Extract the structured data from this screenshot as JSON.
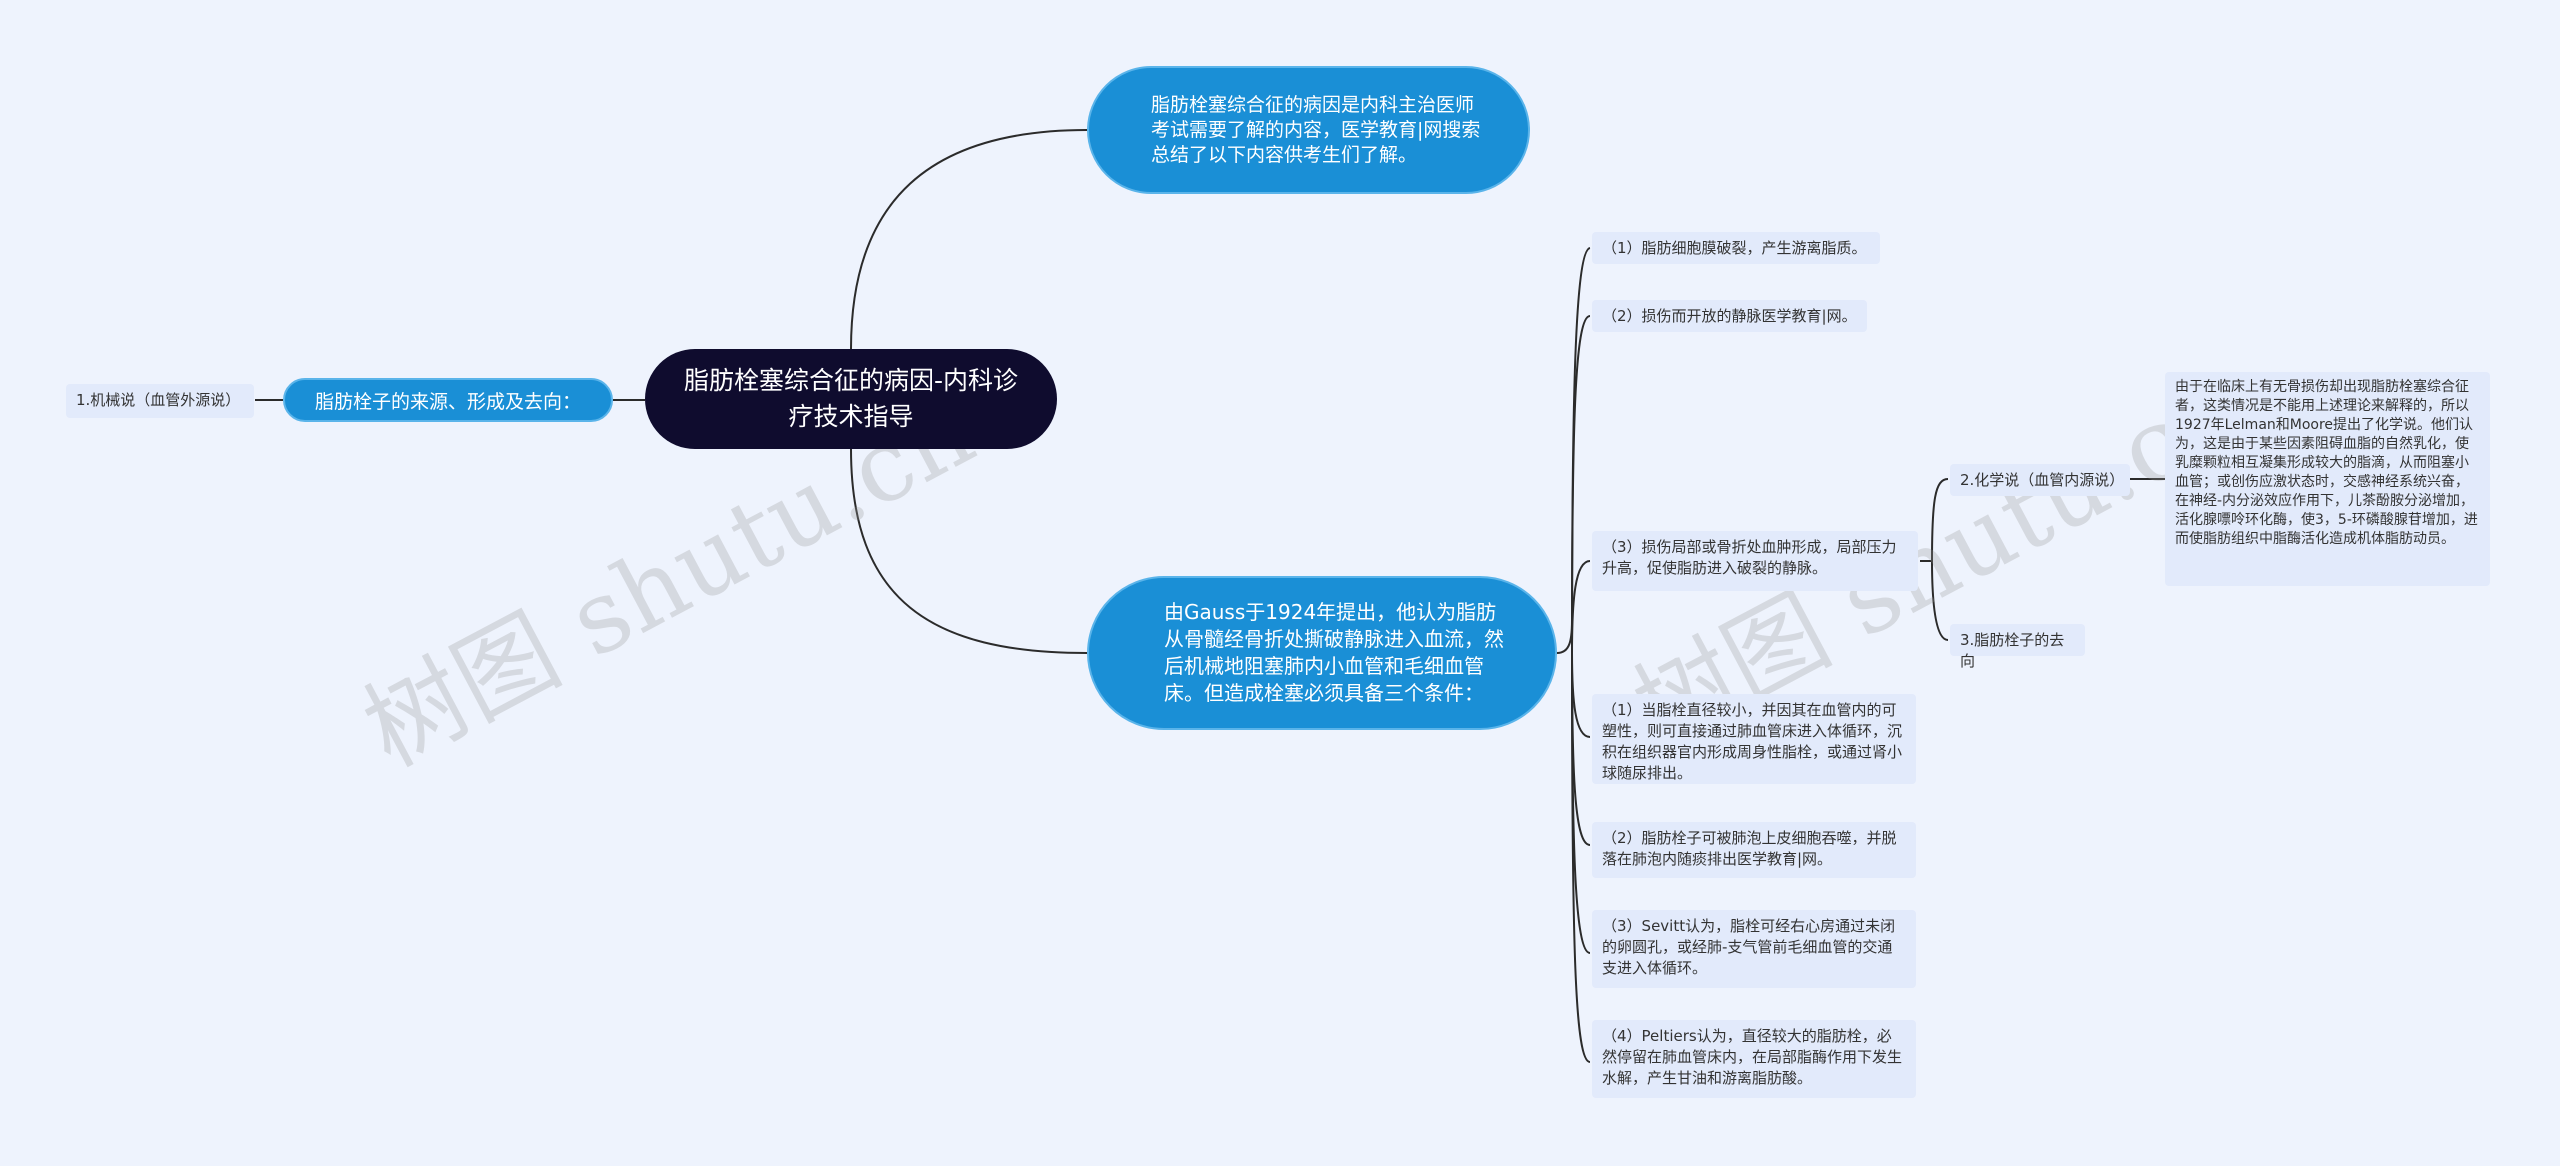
{
  "root": {
    "title": "脂肪栓塞综合征的病因-内科诊疗技术指导"
  },
  "intro": {
    "text": "脂肪栓塞综合征的病因是内科主治医师考试需要了解的内容，医学教育|网搜索总结了以下内容供考生们了解。"
  },
  "left_branch": {
    "label": "脂肪栓子的来源、形成及去向：",
    "child": "1.机械说（血管外源说）"
  },
  "gauss": {
    "text": "由Gauss于1924年提出，他认为脂肪从骨髓经骨折处撕破静脉进入血流，然后机械地阻塞肺内小血管和毛细血管床。但造成栓塞必须具备三个条件：",
    "items": [
      "（1）脂肪细胞膜破裂，产生游离脂质。",
      "（2）损伤而开放的静脉医学教育|网。",
      "（3）损伤局部或骨折处血肿形成，局部压力升高，促使脂肪进入破裂的静脉。",
      "（1）当脂栓直径较小，并因其在血管内的可塑性，则可直接通过肺血管床进入体循环，沉积在组织器官内形成周身性脂栓，或通过肾小球随尿排出。",
      "（2）脂肪栓子可被肺泡上皮细胞吞噬，并脱落在肺泡内随痰排出医学教育|网。",
      "（3）Sevitt认为，脂栓可经右心房通过未闭的卵圆孔，或经肺-支气管前毛细血管的交通支进入体循环。",
      "（4）Peltiers认为，直径较大的脂肪栓，必然停留在肺血管床内，在局部脂酶作用下发生水解，产生甘油和游离脂肪酸。"
    ]
  },
  "sub": {
    "chem_label": "2.化学说（血管内源说）",
    "chem_text": "由于在临床上有无骨损伤却出现脂肪栓塞综合征者，这类情况是不能用上述理论来解释的，所以1927年Lelman和Moore提出了化学说。他们认为，这是由于某些因素阻碍血脂的自然乳化，使乳糜颗粒相互凝集形成较大的脂滴，从而阻塞小血管；或创伤应激状态时，交感神经系统兴奋，在神经-内分泌效应作用下，儿茶酚胺分泌增加，活化腺嘌呤环化酶，使3，5-环磷酸腺苷增加，进而使脂肪组织中脂酶活化造成机体脂肪动员。",
    "fate_label": "3.脂肪栓子的去向"
  },
  "watermarks": [
    "树图 shutu.cn",
    "树图 shutu.cn"
  ],
  "colors": {
    "background": "#eef3fd",
    "root": "#0f0c2e",
    "branch": "#1a8fd6",
    "leaf": "#e2eafb",
    "line": "#2b2b2b"
  }
}
